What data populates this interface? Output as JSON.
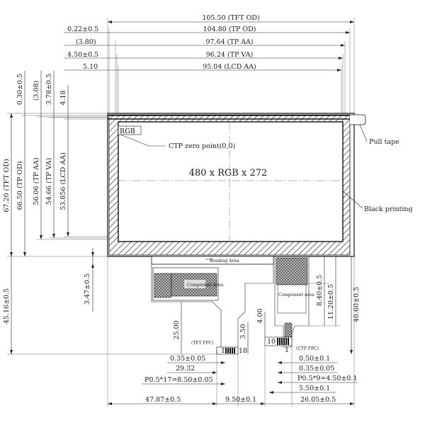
{
  "top_dims": {
    "tft_od": "105.50 (TFT OD)",
    "tp_od": "104.80 (TP OD)",
    "tp_aa": "97.64 (TP AA)",
    "tp_va": "96.24 (TP VA)",
    "lcd_aa": "95.04 (LCD AA)",
    "off_1": "0.22±0.5",
    "off_2": "(3.80)",
    "off_3": "4.50±0.5",
    "off_4": "5.10"
  },
  "left_dims": {
    "tft_od": "67.20 (TFT OD)",
    "tp_od": "66.50 (TP OD)",
    "tp_aa": "56.06 (TP AA)",
    "tp_va": "54.66 (TP VA)",
    "lcd_aa": "53.856 (LCD AA)",
    "v_1": "0.30±0.5",
    "v_2": "(3.08)",
    "v_3": "3.78±0.5",
    "v_4": "4.18",
    "fpc_total": "45.16±0.5",
    "bend": "3.47±0.5"
  },
  "panel": {
    "rgb_label": "RGB",
    "ctp_zero": "CTP zero point(0,0)",
    "resolution": "480 x RGB x 272",
    "pull_tape": "Pull tape",
    "black_printing": "Black printing"
  },
  "fpc": {
    "bending_area": "Bending Area",
    "component_area_tft": "Component Area",
    "component_area_ctp": "Component area",
    "tft_fpc": "(TFT FPC)",
    "ctp_fpc": "(CTP FPC)",
    "pin_1": "1",
    "pin_10": "10",
    "pin_18": "18",
    "pin_1b": "1",
    "d_25": "25.00",
    "d_350": "3.50",
    "d_400": "4.00",
    "d_840": "8.40±0.5",
    "d_1120": "11.20±0.5",
    "d_4060": "40.60±0.5"
  },
  "bottom_dims": {
    "tft_pin": "0.35±0.05",
    "tft_width": "29.32",
    "tft_pitch": "P0.5*17=8.50±0.05",
    "tft_pos": "47.87±0.5",
    "gap": "9.50±0.1",
    "ctp_05": "0.50±0.1",
    "ctp_pin": "0.35±0.05",
    "ctp_pitch": "P0.5*9=4.50±0.1",
    "ctp_550": "5.50±0.1",
    "ctp_pos": "26.05±0.5"
  }
}
